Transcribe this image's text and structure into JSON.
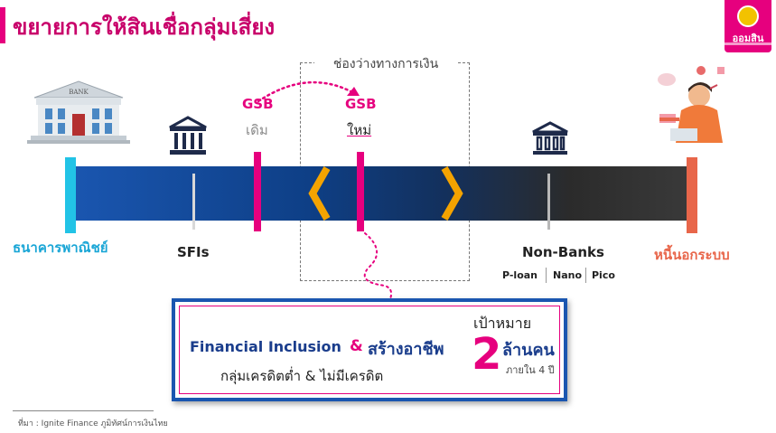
{
  "title": "ขยายการให้สินเชื่อกลุ่มเสี่ยง",
  "logo": {
    "text": "ออมสิน"
  },
  "gap_label": "ช่องว่างทางการเงิน",
  "gsb_old": {
    "top": "GSB",
    "bottom": "เดิม"
  },
  "gsb_new": {
    "top": "GSB",
    "bottom": "ใหม่"
  },
  "bank_sign": "BANK",
  "labels": {
    "commercial": "ธนาคารพาณิชย์",
    "sfis": "SFIs",
    "nonbanks": "Non-Banks",
    "informal": "หนี้นอกระบบ"
  },
  "nonbank_types": [
    "P-loan",
    "Nano",
    "Pico"
  ],
  "info": {
    "headline_en": "Financial Inclusion",
    "amp": "&",
    "headline_th": "สร้างอาชีพ",
    "sub": "กลุ่มเครดิตต่ำ & ไม่มีเครดิต",
    "target_label": "เป้าหมาย",
    "target_number": "2",
    "target_unit": "ล้านคน",
    "target_period": "ภายใน 4 ปี"
  },
  "footnote": "ที่มา : Ignite Finance  ภูมิทัศน์การเงินไทย",
  "colors": {
    "magenta": "#e6007e",
    "navy": "#0e3f86",
    "cyan": "#22c3e6",
    "orange": "#f4a300",
    "coral": "#e8664a"
  }
}
